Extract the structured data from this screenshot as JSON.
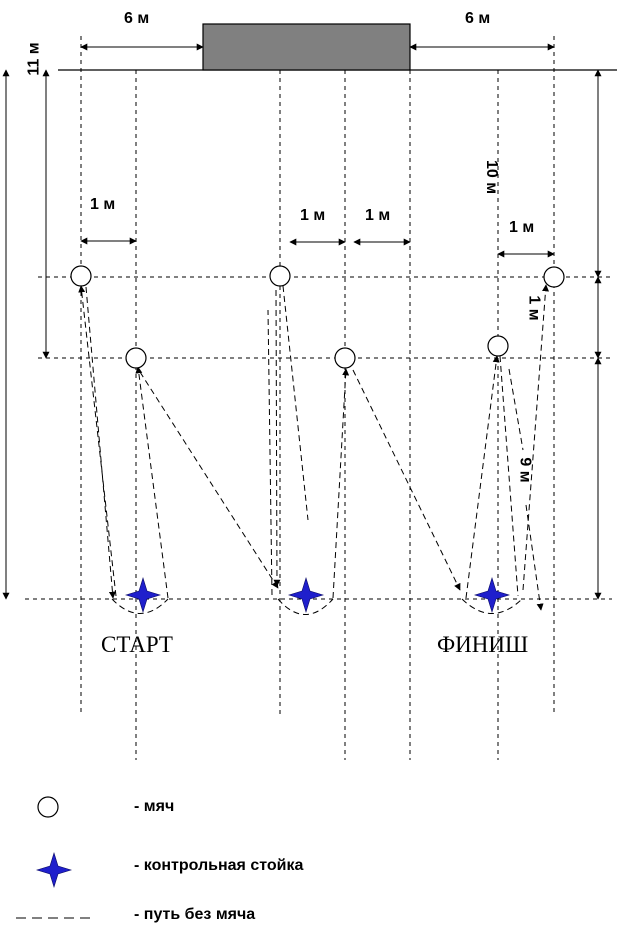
{
  "dimensions": {
    "left_6m": "6 м",
    "right_6m": "6 м",
    "height_11m": "11 м",
    "height_10m": "10 м",
    "gap_1m_a": "1 м",
    "gap_1m_b": "1 м",
    "gap_1m_c": "1 м",
    "gap_1m_d": "1 м",
    "gap_1m_vertical": "1 м",
    "dist_9m": "9 м"
  },
  "labels": {
    "start": "СТАРТ",
    "finish": "ФИНИШ"
  },
  "legend": {
    "ball": "-  мяч",
    "post": "-  контрольная стойка",
    "path": "-  путь без мяча"
  },
  "colors": {
    "basket": "#808080",
    "post": "#1f1fcc",
    "line": "#000000"
  }
}
